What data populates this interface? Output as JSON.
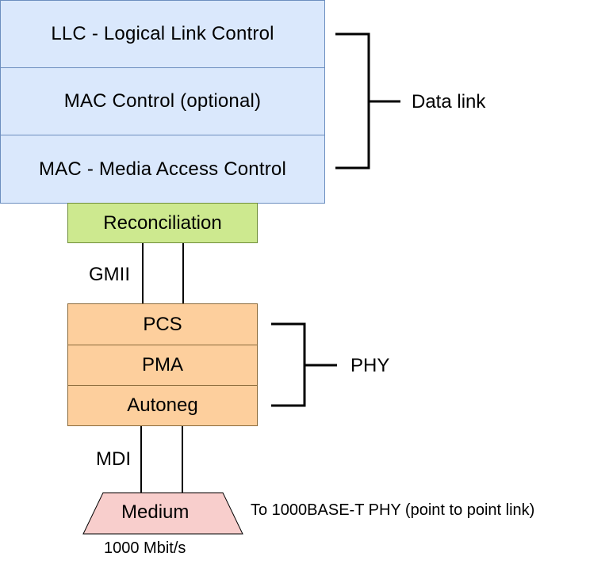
{
  "data_link_layers": [
    "LLC - Logical Link Control",
    "MAC Control (optional)",
    "MAC - Media Access Control"
  ],
  "reconciliation": "Reconciliation",
  "gmii": "GMII",
  "phy_layers": [
    "PCS",
    "PMA",
    "Autoneg"
  ],
  "mdi": "MDI",
  "medium": "Medium",
  "medium_speed": "1000 Mbit/s",
  "medium_note": "To 1000BASE-T PHY (point to point link)",
  "bracket_labels": {
    "data_link": "Data link",
    "phy": "PHY"
  },
  "colors": {
    "data_link_fill": "#dae8fc",
    "reconciliation_fill": "#cde98f",
    "phy_fill": "#fdcf9d",
    "medium_fill": "#f8cecc"
  }
}
